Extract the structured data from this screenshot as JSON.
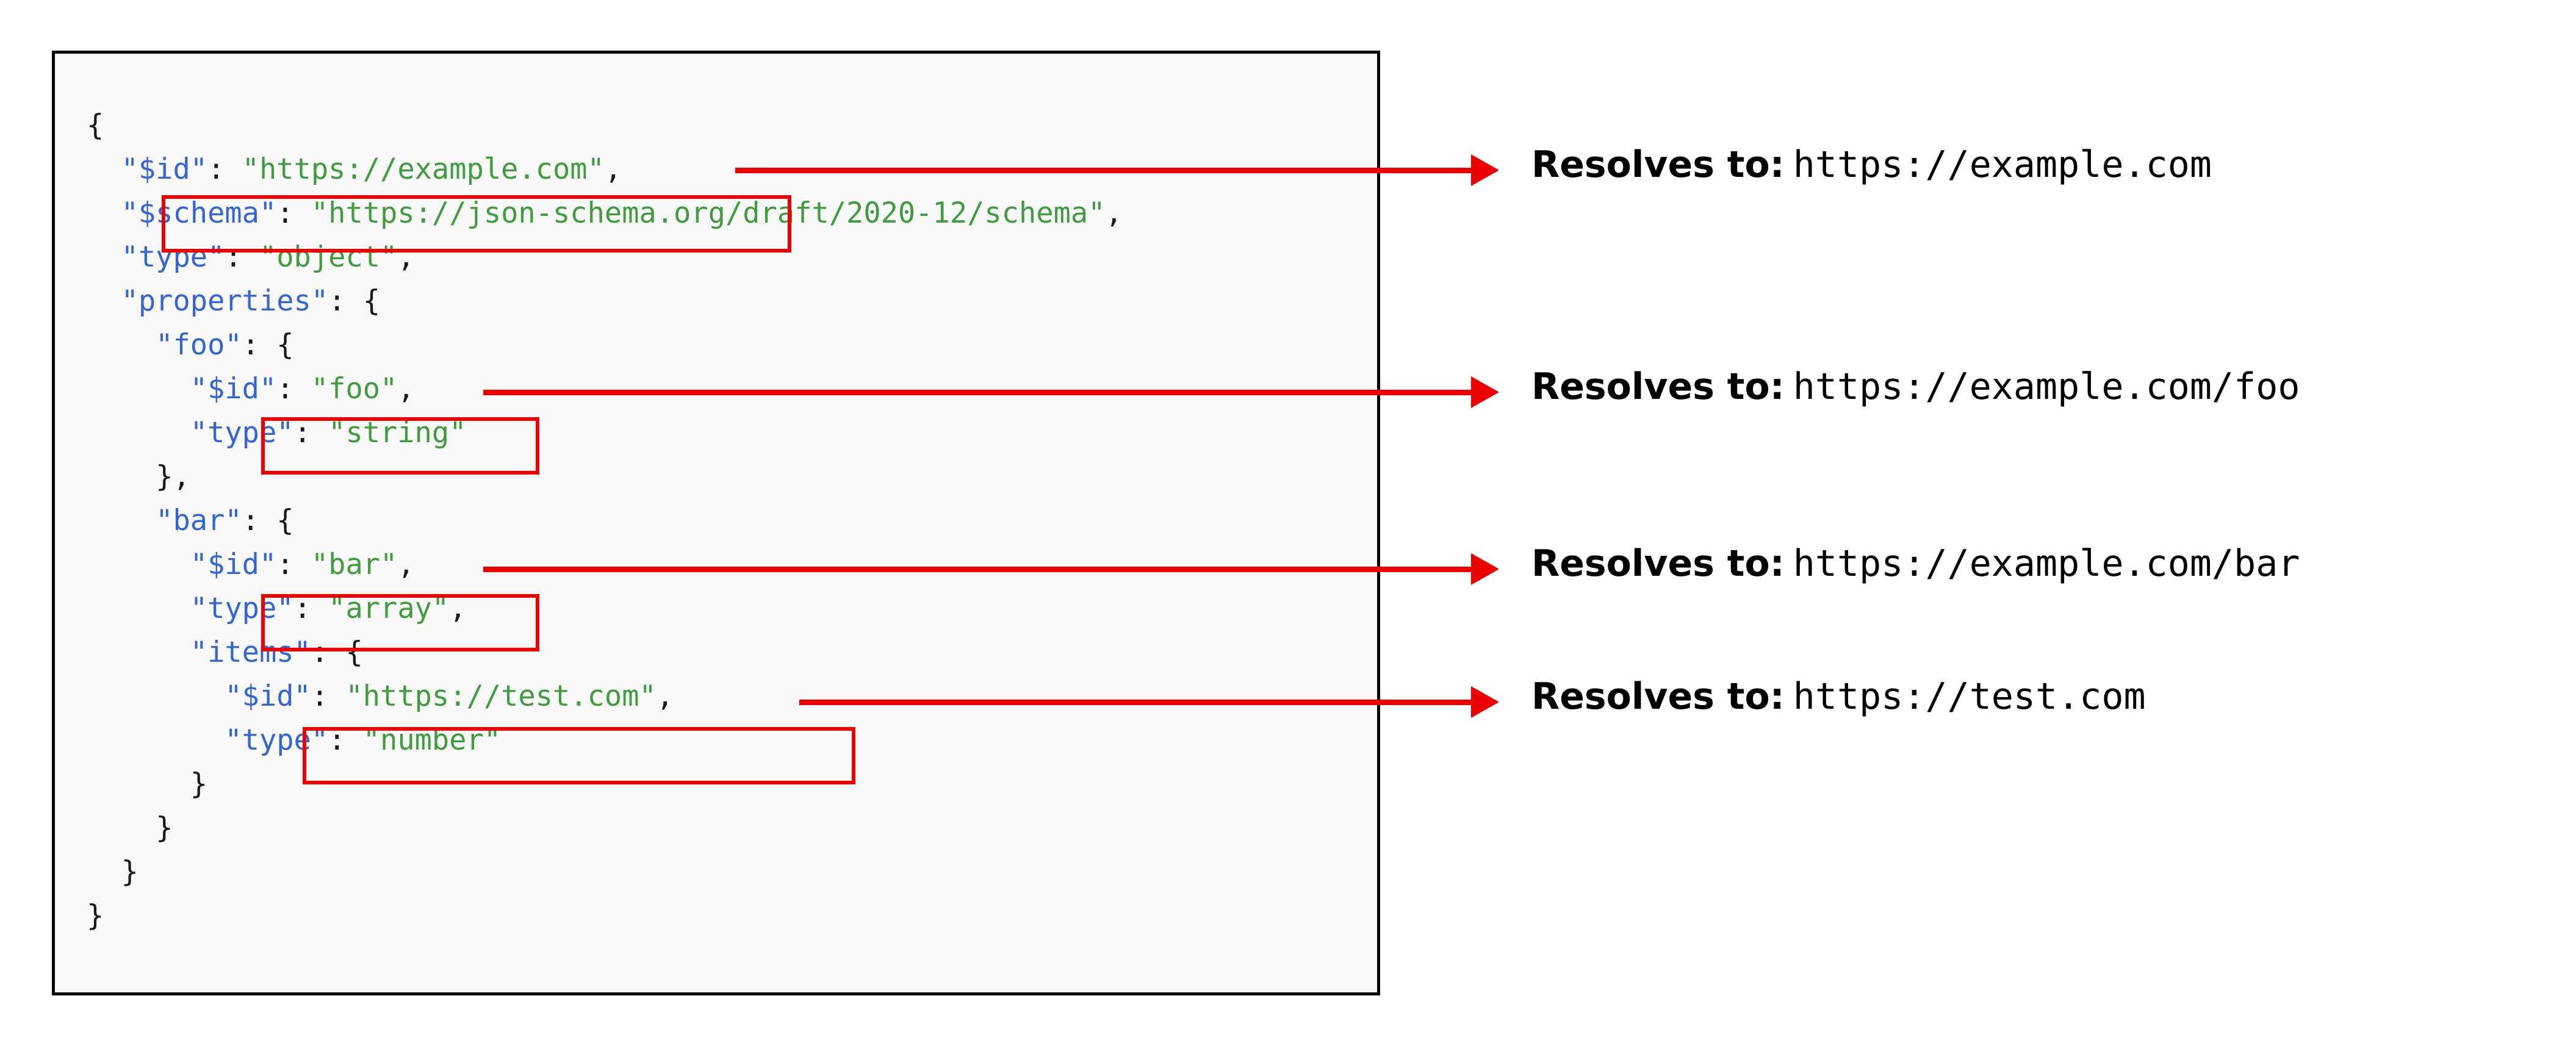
{
  "code_panel": {
    "language": "json",
    "background_color": "#f8f8f8",
    "border_color": "#000000",
    "lines": [
      {
        "indent": 0,
        "tokens": [
          {
            "t": "p",
            "v": "{"
          }
        ]
      },
      {
        "indent": 1,
        "tokens": [
          {
            "t": "k",
            "v": "\"$id\""
          },
          {
            "t": "p",
            "v": ": "
          },
          {
            "t": "s",
            "v": "\"https://example.com\""
          },
          {
            "t": "p",
            "v": ","
          }
        ]
      },
      {
        "indent": 1,
        "tokens": [
          {
            "t": "k",
            "v": "\"$schema\""
          },
          {
            "t": "p",
            "v": ": "
          },
          {
            "t": "s",
            "v": "\"https://json-schema.org/draft/2020-12/schema\""
          },
          {
            "t": "p",
            "v": ","
          }
        ]
      },
      {
        "indent": 1,
        "tokens": [
          {
            "t": "k",
            "v": "\"type\""
          },
          {
            "t": "p",
            "v": ": "
          },
          {
            "t": "s",
            "v": "\"object\""
          },
          {
            "t": "p",
            "v": ","
          }
        ]
      },
      {
        "indent": 1,
        "tokens": [
          {
            "t": "k",
            "v": "\"properties\""
          },
          {
            "t": "p",
            "v": ": {"
          }
        ]
      },
      {
        "indent": 2,
        "tokens": [
          {
            "t": "k",
            "v": "\"foo\""
          },
          {
            "t": "p",
            "v": ": {"
          }
        ]
      },
      {
        "indent": 3,
        "tokens": [
          {
            "t": "k",
            "v": "\"$id\""
          },
          {
            "t": "p",
            "v": ": "
          },
          {
            "t": "s",
            "v": "\"foo\""
          },
          {
            "t": "p",
            "v": ","
          }
        ]
      },
      {
        "indent": 3,
        "tokens": [
          {
            "t": "k",
            "v": "\"type\""
          },
          {
            "t": "p",
            "v": ": "
          },
          {
            "t": "s",
            "v": "\"string\""
          }
        ]
      },
      {
        "indent": 2,
        "tokens": [
          {
            "t": "p",
            "v": "},"
          }
        ]
      },
      {
        "indent": 2,
        "tokens": [
          {
            "t": "k",
            "v": "\"bar\""
          },
          {
            "t": "p",
            "v": ": {"
          }
        ]
      },
      {
        "indent": 3,
        "tokens": [
          {
            "t": "k",
            "v": "\"$id\""
          },
          {
            "t": "p",
            "v": ": "
          },
          {
            "t": "s",
            "v": "\"bar\""
          },
          {
            "t": "p",
            "v": ","
          }
        ]
      },
      {
        "indent": 3,
        "tokens": [
          {
            "t": "k",
            "v": "\"type\""
          },
          {
            "t": "p",
            "v": ": "
          },
          {
            "t": "s",
            "v": "\"array\""
          },
          {
            "t": "p",
            "v": ","
          }
        ]
      },
      {
        "indent": 3,
        "tokens": [
          {
            "t": "k",
            "v": "\"items\""
          },
          {
            "t": "p",
            "v": ": {"
          }
        ]
      },
      {
        "indent": 4,
        "tokens": [
          {
            "t": "k",
            "v": "\"$id\""
          },
          {
            "t": "p",
            "v": ": "
          },
          {
            "t": "s",
            "v": "\"https://test.com\""
          },
          {
            "t": "p",
            "v": ","
          }
        ]
      },
      {
        "indent": 4,
        "tokens": [
          {
            "t": "k",
            "v": "\"type\""
          },
          {
            "t": "p",
            "v": ": "
          },
          {
            "t": "s",
            "v": "\"number\""
          }
        ]
      },
      {
        "indent": 3,
        "tokens": [
          {
            "t": "p",
            "v": "}"
          }
        ]
      },
      {
        "indent": 2,
        "tokens": [
          {
            "t": "p",
            "v": "}"
          }
        ]
      },
      {
        "indent": 1,
        "tokens": [
          {
            "t": "p",
            "v": "}"
          }
        ]
      },
      {
        "indent": 0,
        "tokens": [
          {
            "t": "p",
            "v": "}"
          }
        ]
      }
    ]
  },
  "highlights": [
    {
      "id": "hl-0",
      "target_line": "\"$id\": \"https://example.com\","
    },
    {
      "id": "hl-1",
      "target_line": "\"$id\": \"foo\","
    },
    {
      "id": "hl-2",
      "target_line": "\"$id\": \"bar\","
    },
    {
      "id": "hl-3",
      "target_line": "\"$id\": \"https://test.com\","
    }
  ],
  "annotations": [
    {
      "label": "Resolves to:",
      "url": "https://example.com"
    },
    {
      "label": "Resolves to:",
      "url": "https://example.com/foo"
    },
    {
      "label": "Resolves to:",
      "url": "https://example.com/bar"
    },
    {
      "label": "Resolves to:",
      "url": "https://test.com"
    }
  ],
  "colors": {
    "highlight": "#ee0000",
    "arrow": "#ee0000",
    "json_key": "#3465d8",
    "json_string": "#3f9c3f",
    "json_punctuation": "#1a1a1a",
    "panel_background": "#f8f8f8",
    "panel_border": "#000000",
    "annotation_text": "#000000"
  }
}
